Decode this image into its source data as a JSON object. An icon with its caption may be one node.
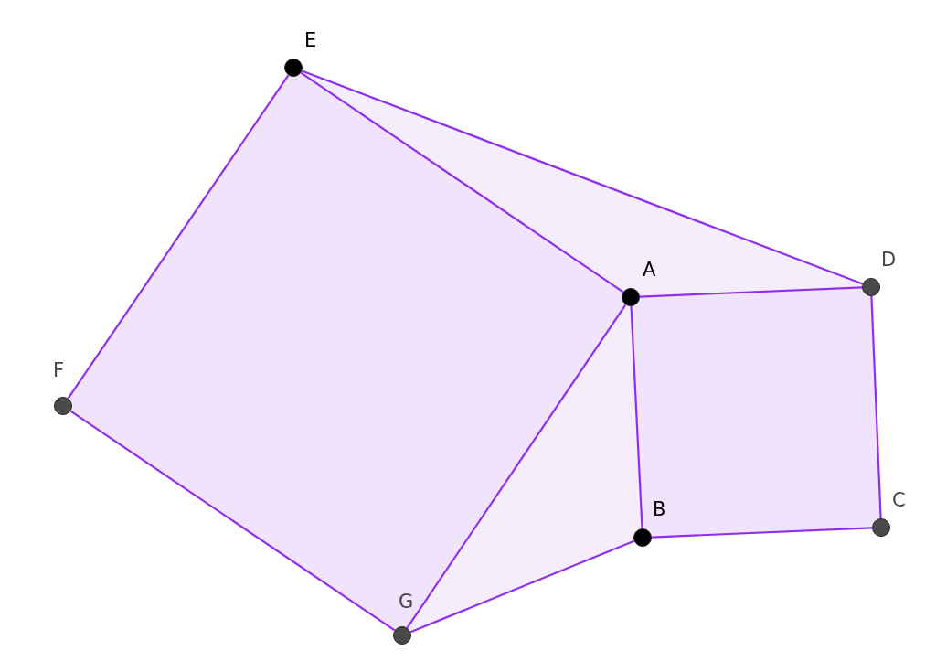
{
  "diagram": {
    "nodes": [
      {
        "text": [
          "E"
        ]
      },
      {
        "text": [
          "A"
        ]
      },
      {
        "text": [
          "D"
        ]
      },
      {
        "text": [
          "F"
        ]
      },
      {
        "text": [
          "C"
        ]
      },
      {
        "text": [
          "B"
        ]
      },
      {
        "text": [
          "G"
        ]
      }
    ],
    "edges": [
      {
        "from": 0,
        "to": 3,
        "arrow": "none"
      },
      {
        "from": 3,
        "to": 6,
        "arrow": "none"
      },
      {
        "from": 6,
        "to": 1,
        "arrow": "none"
      },
      {
        "from": 1,
        "to": 0,
        "arrow": "none"
      },
      {
        "from": 0,
        "to": 2,
        "arrow": "none"
      },
      {
        "from": 1,
        "to": 2,
        "arrow": "none"
      },
      {
        "from": 2,
        "to": 4,
        "arrow": "none"
      },
      {
        "from": 4,
        "to": 5,
        "arrow": "none"
      },
      {
        "from": 5,
        "to": 1,
        "arrow": "none"
      },
      {
        "from": 5,
        "to": 6,
        "arrow": "none"
      }
    ]
  }
}
